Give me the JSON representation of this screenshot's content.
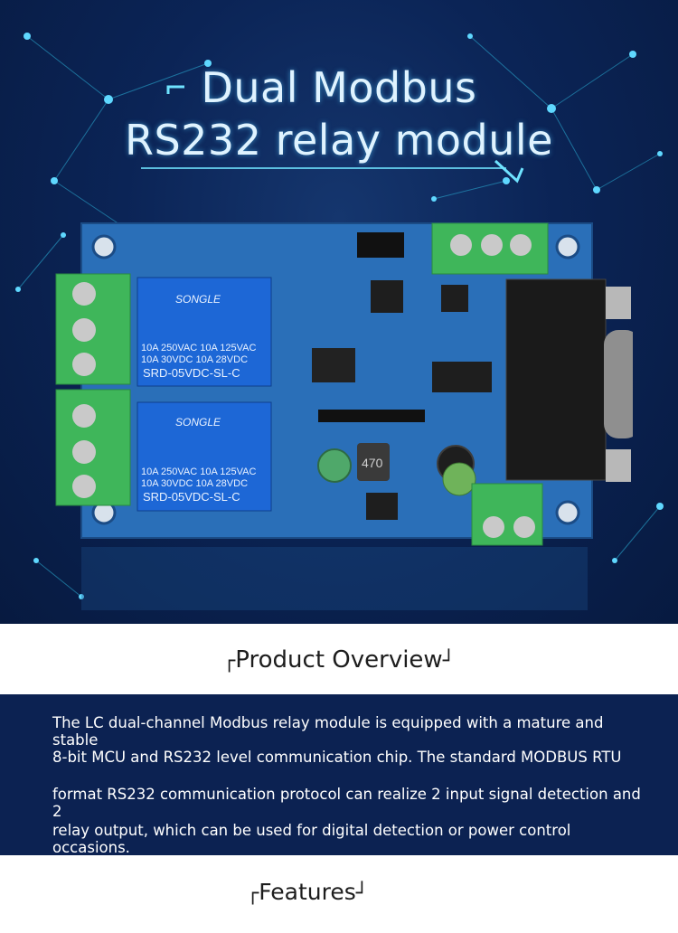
{
  "hero": {
    "title_line1": "Dual Modbus",
    "title_line2": "RS232 relay module",
    "relay_brand": "SONGLE",
    "relay_rating1": "10A 250VAC  10A 125VAC",
    "relay_rating2": "10A  30VDC  10A  28VDC",
    "relay_model": "SRD-05VDC-SL-C",
    "capacitor_label": "470",
    "colors": {
      "background": "#0b2456",
      "board": "#2a6fb8",
      "terminal": "#3fb65a",
      "title": "#dff3ff"
    }
  },
  "overview": {
    "heading": "Product Overview",
    "lines": [
      "The LC dual-channel Modbus relay module is equipped with a mature and stable",
      "8-bit MCU and RS232 level communication chip. The standard MODBUS RTU",
      "format RS232 communication protocol can realize 2 input signal detection and 2",
      "relay output, which can be used for digital detection or power control occasions."
    ]
  },
  "features": {
    "heading": "Features"
  }
}
